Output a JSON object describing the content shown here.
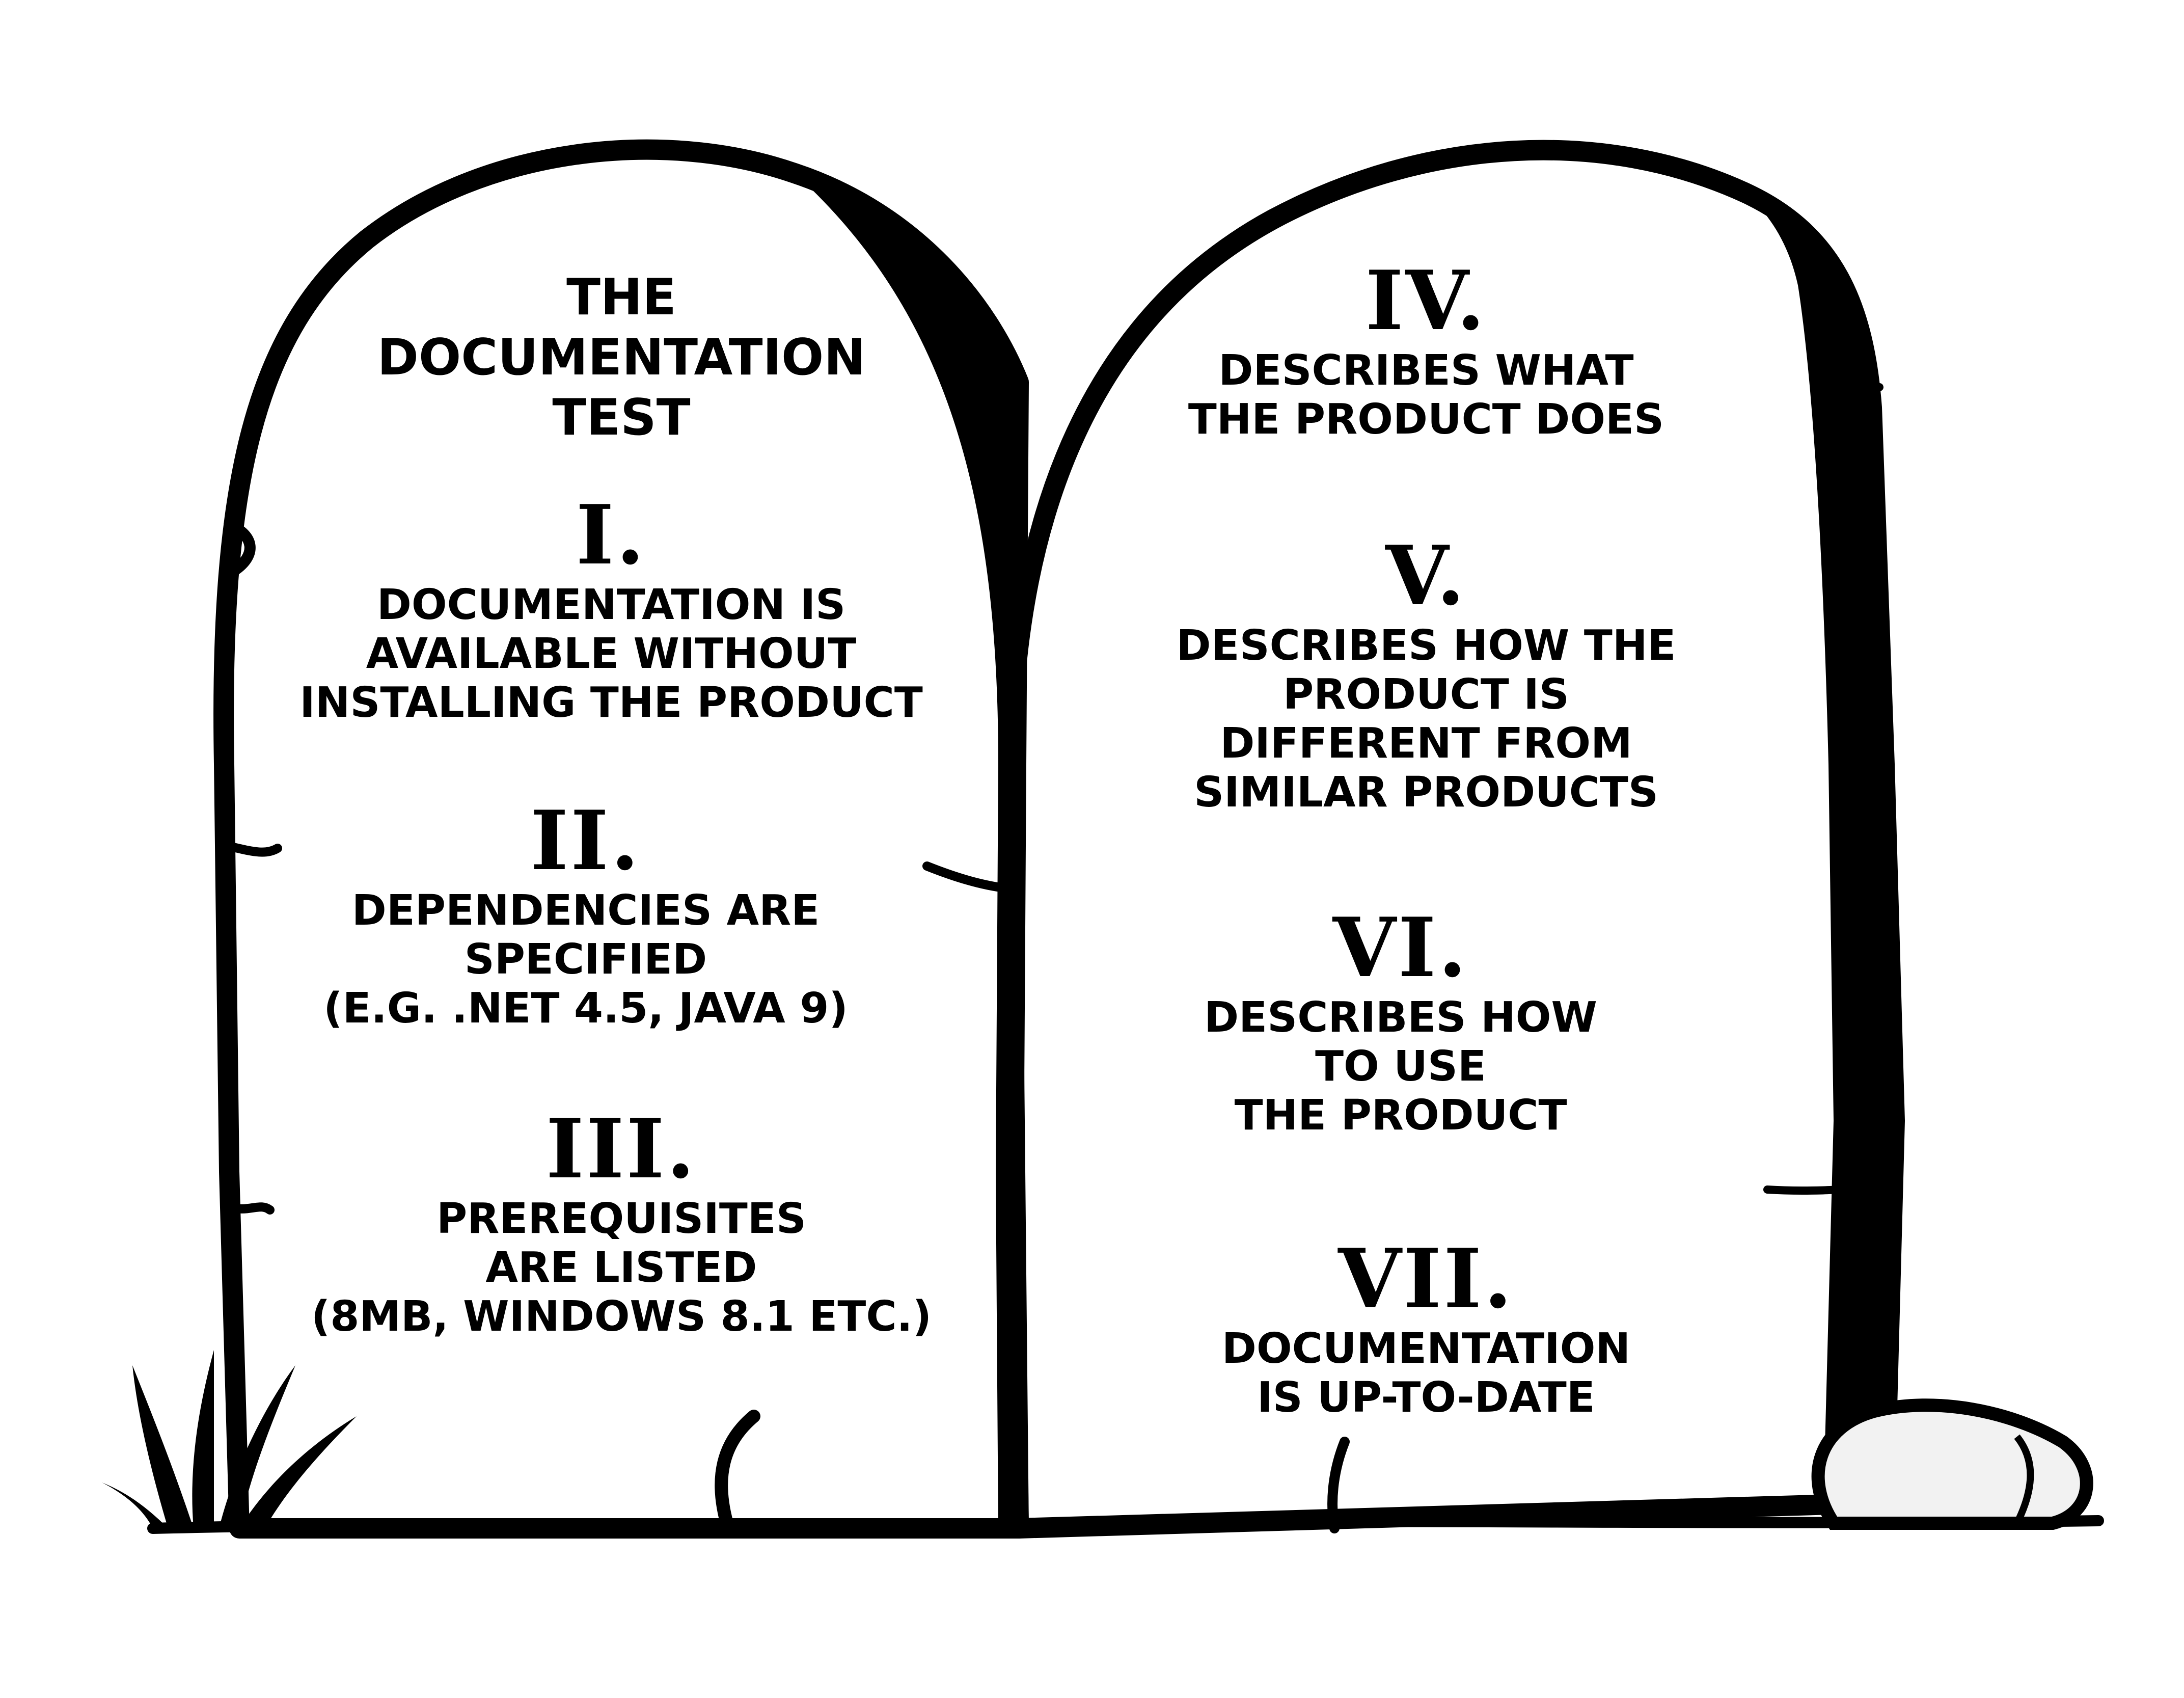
{
  "title_lines": [
    "THE",
    "DOCUMENTATION",
    "TEST"
  ],
  "commandments": [
    {
      "numeral": "I.",
      "lines": [
        "DOCUMENTATION IS",
        "AVAILABLE WITHOUT",
        "INSTALLING THE PRODUCT"
      ]
    },
    {
      "numeral": "II.",
      "lines": [
        "DEPENDENCIES ARE",
        "SPECIFIED",
        "(E.G. .NET 4.5, JAVA 9)"
      ]
    },
    {
      "numeral": "III.",
      "lines": [
        "PREREQUISITES",
        "ARE LISTED",
        "(8MB, WINDOWS 8.1 ETC.)"
      ]
    },
    {
      "numeral": "IV.",
      "lines": [
        "DESCRIBES WHAT",
        "THE PRODUCT DOES"
      ]
    },
    {
      "numeral": "V.",
      "lines": [
        "DESCRIBES HOW THE",
        "PRODUCT IS",
        "DIFFERENT FROM",
        "SIMILAR PRODUCTS"
      ]
    },
    {
      "numeral": "VI.",
      "lines": [
        "DESCRIBES HOW",
        "TO USE",
        "THE PRODUCT"
      ]
    },
    {
      "numeral": "VII.",
      "lines": [
        "DOCUMENTATION",
        "IS UP-TO-DATE"
      ]
    }
  ],
  "colors": {
    "ink": "#000000",
    "stone": "#ffffff",
    "pebble": "#f2f2f2"
  }
}
